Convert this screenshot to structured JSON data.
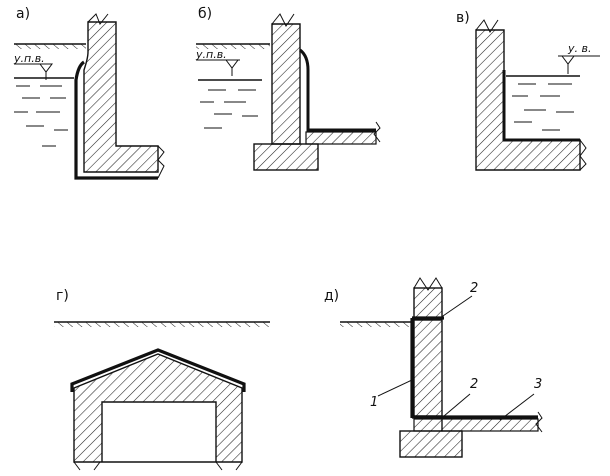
{
  "labels": {
    "a": "а)",
    "b": "б)",
    "v": "в)",
    "g": "г)",
    "d": "д)"
  },
  "water_level_a": "у.п.в.",
  "water_level_b": "у.п.в.",
  "water_level_v": "у. в.",
  "callouts": {
    "one": "1",
    "two_top": "2",
    "two_bottom": "2",
    "three": "3"
  }
}
